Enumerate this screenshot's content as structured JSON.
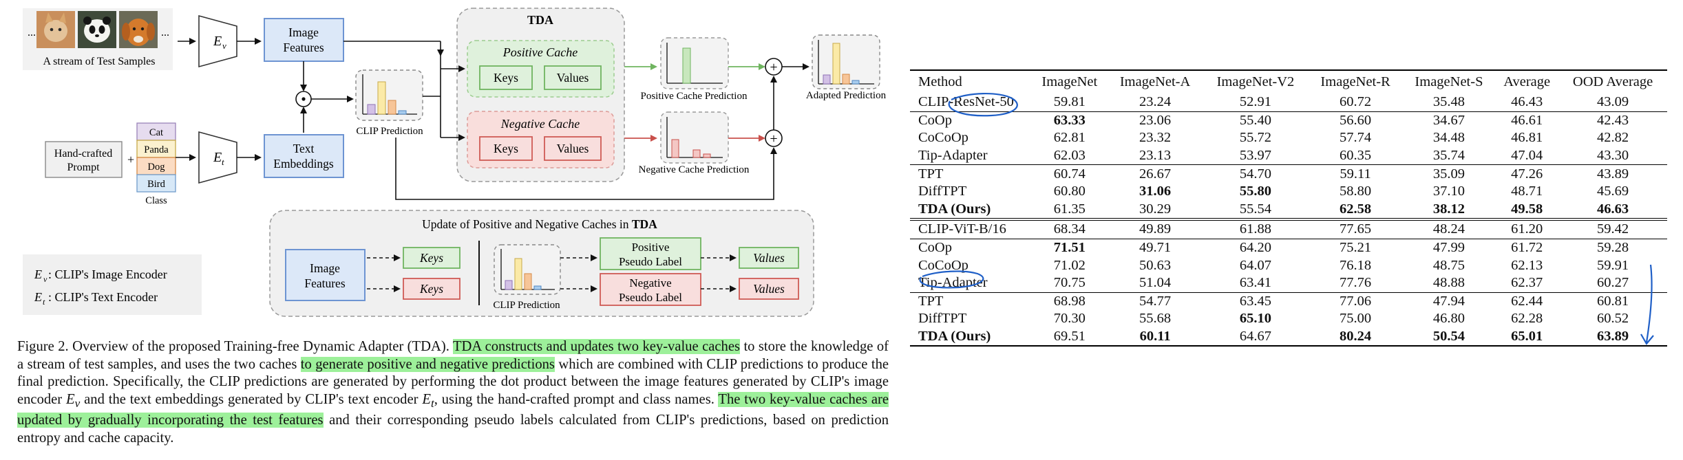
{
  "figure": {
    "stream_label": "A stream of Test Samples",
    "ellipsis": "...",
    "image_encoder": "E",
    "image_encoder_sub": "v",
    "text_encoder": "E",
    "text_encoder_sub": "t",
    "image_features": [
      "Image",
      "Features"
    ],
    "text_embeddings": [
      "Text",
      "Embeddings"
    ],
    "prompt": [
      "Hand-crafted",
      "Prompt"
    ],
    "plus": "+",
    "classes": [
      "Cat",
      "Panda",
      "Dog",
      "Bird"
    ],
    "class_label": "Class",
    "dot_symbol": "⊙",
    "clip_prediction": "CLIP Prediction",
    "tda_title": "TDA",
    "positive_cache": "Positive Cache",
    "negative_cache": "Negative Cache",
    "keys": "Keys",
    "values": "Values",
    "positive_cache_prediction": "Positive Cache Prediction",
    "negative_cache_prediction": "Negative Cache Prediction",
    "adapted_prediction": "Adapted Prediction",
    "sum_symbol": "+",
    "update_title_prefix": "Update of Positive and Negative Caches in ",
    "update_title_bold": "TDA",
    "positive_pseudo_label": [
      "Positive",
      "Pseudo Label"
    ],
    "negative_pseudo_label": [
      "Negative",
      "Pseudo Label"
    ],
    "legend_ev": ": CLIP's Image Encoder",
    "legend_et": ": CLIP's Text Encoder",
    "colors": {
      "blue_fill": "#dce8f8",
      "blue_stroke": "#6d94d2",
      "green_fill": "#dff1dc",
      "green_stroke": "#7dbb6f",
      "red_fill": "#f8dedd",
      "red_stroke": "#cf5a55",
      "gray_fill": "#f0f0f0",
      "highlight": "#9df09a",
      "ink": "#1f5fc7"
    }
  },
  "caption": {
    "p1": "Figure 2.  Overview of the proposed Training-free Dynamic Adapter (TDA). ",
    "h1": "TDA constructs and updates two key-value caches",
    "p2": " to store the knowledge of a stream of test samples, and uses the two caches ",
    "h2": "to generate positive and negative predictions",
    "p3": " which are combined with CLIP predictions to produce the final prediction. Specifically, the CLIP predictions are generated by performing the dot product between the image features generated by CLIP's image encoder ",
    "ev": "E",
    "ev_sub": "v",
    "p4": " and the text embeddings generated by CLIP's text encoder ",
    "et": "E",
    "et_sub": "t",
    "p5": ", using the hand-crafted prompt and class names. ",
    "h3": "The two key-value caches are updated by gradually incorporating the test features",
    "p6": " and their corresponding pseudo labels calculated from CLIP's predictions, based on prediction entropy and cache capacity."
  },
  "table": {
    "headers": [
      "Method",
      "ImageNet",
      "ImageNet-A",
      "ImageNet-V2",
      "ImageNet-R",
      "ImageNet-S",
      "Average",
      "OOD Average"
    ],
    "rows": [
      {
        "method": "CLIP-ResNet-50",
        "cells": [
          "59.81",
          "23.24",
          "52.91",
          "60.72",
          "35.48",
          "46.43",
          "43.09"
        ],
        "bold": []
      },
      {
        "method": "CoOp",
        "cells": [
          "63.33",
          "23.06",
          "55.40",
          "56.60",
          "34.67",
          "46.61",
          "42.43"
        ],
        "bold": [
          0
        ]
      },
      {
        "method": "CoCoOp",
        "cells": [
          "62.81",
          "23.32",
          "55.72",
          "57.74",
          "34.48",
          "46.81",
          "42.82"
        ],
        "bold": []
      },
      {
        "method": "Tip-Adapter",
        "cells": [
          "62.03",
          "23.13",
          "53.97",
          "60.35",
          "35.74",
          "47.04",
          "43.30"
        ],
        "bold": []
      },
      {
        "method": "TPT",
        "cells": [
          "60.74",
          "26.67",
          "54.70",
          "59.11",
          "35.09",
          "47.26",
          "43.89"
        ],
        "bold": []
      },
      {
        "method": "DiffTPT",
        "cells": [
          "60.80",
          "31.06",
          "55.80",
          "58.80",
          "37.10",
          "48.71",
          "45.69"
        ],
        "bold": [
          1,
          2
        ]
      },
      {
        "method": "TDA (Ours)",
        "cells": [
          "61.35",
          "30.29",
          "55.54",
          "62.58",
          "38.12",
          "49.58",
          "46.63"
        ],
        "bold": [
          3,
          4,
          5,
          6
        ],
        "method_bold": true
      },
      {
        "method": "CLIP-ViT-B/16",
        "cells": [
          "68.34",
          "49.89",
          "61.88",
          "77.65",
          "48.24",
          "61.20",
          "59.42"
        ],
        "bold": []
      },
      {
        "method": "CoOp",
        "cells": [
          "71.51",
          "49.71",
          "64.20",
          "75.21",
          "47.99",
          "61.72",
          "59.28"
        ],
        "bold": [
          0
        ]
      },
      {
        "method": "CoCoOp",
        "cells": [
          "71.02",
          "50.63",
          "64.07",
          "76.18",
          "48.75",
          "62.13",
          "59.91"
        ],
        "bold": []
      },
      {
        "method": "Tip-Adapter",
        "cells": [
          "70.75",
          "51.04",
          "63.41",
          "77.76",
          "48.88",
          "62.37",
          "60.27"
        ],
        "bold": []
      },
      {
        "method": "TPT",
        "cells": [
          "68.98",
          "54.77",
          "63.45",
          "77.06",
          "47.94",
          "62.44",
          "60.81"
        ],
        "bold": []
      },
      {
        "method": "DiffTPT",
        "cells": [
          "70.30",
          "55.68",
          "65.10",
          "75.00",
          "46.80",
          "62.28",
          "60.52"
        ],
        "bold": [
          2
        ]
      },
      {
        "method": "TDA (Ours)",
        "cells": [
          "69.51",
          "60.11",
          "64.67",
          "80.24",
          "50.54",
          "65.01",
          "63.89"
        ],
        "bold": [
          1,
          3,
          4,
          5,
          6
        ],
        "method_bold": true
      }
    ]
  }
}
